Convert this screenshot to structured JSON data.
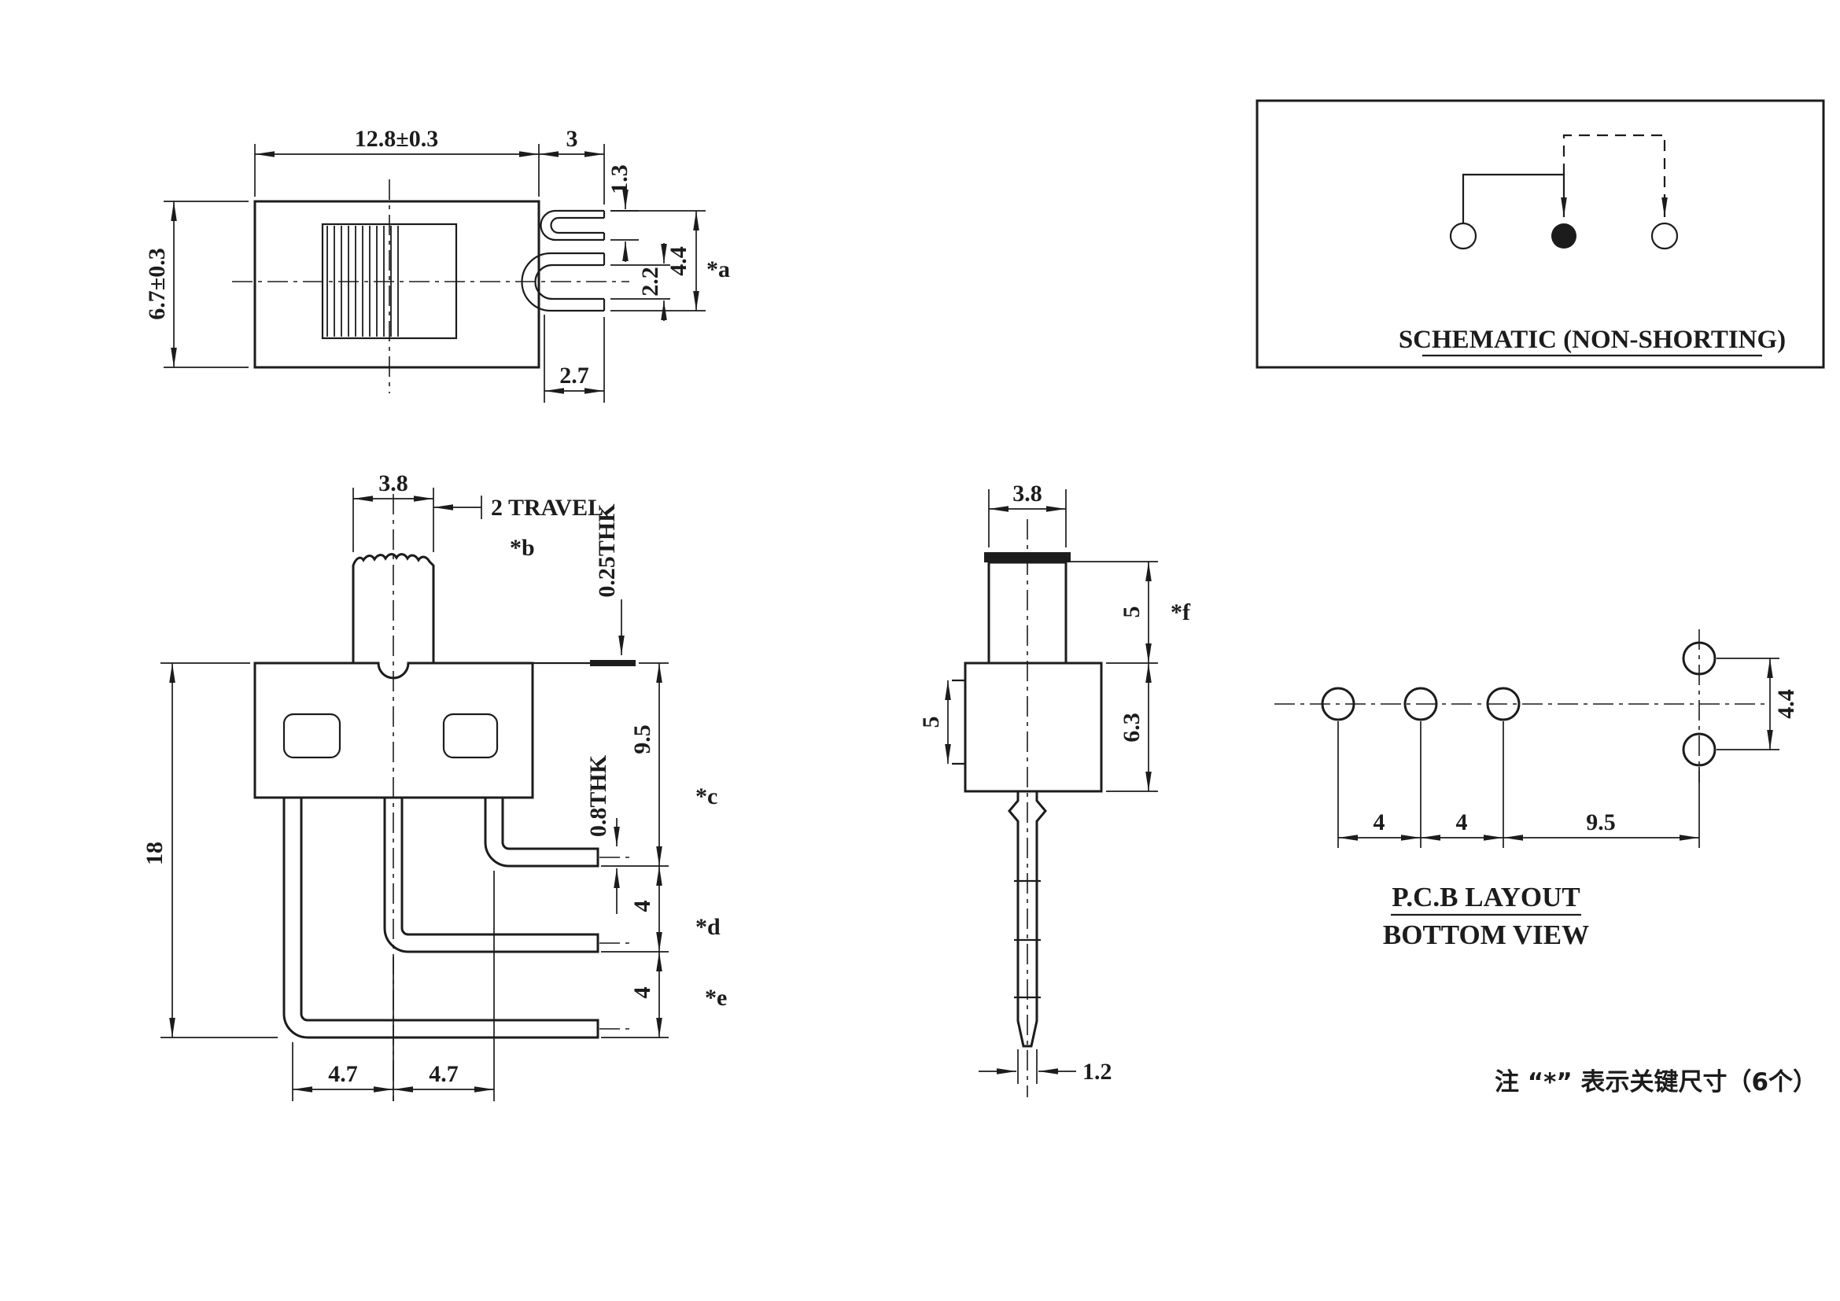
{
  "top_view": {
    "dim_width": "12.8±0.3",
    "dim_terminal": "3",
    "dim_step": "1.3",
    "dim_height": "6.7±0.3",
    "dim_slot": "2.2",
    "dim_span": "4.4",
    "key_a": "*a",
    "dim_fork": "2.7"
  },
  "schematic": {
    "title": "SCHEMATIC (NON-SHORTING)"
  },
  "front_view": {
    "dim_knob": "3.8",
    "travel": "2 TRAVEL",
    "key_b": "*b",
    "dim_cover": "0.25THK",
    "dim_body": "9.5",
    "key_c": "*c",
    "dim_pin_thk": "0.8THK",
    "dim_gap1": "4",
    "key_d": "*d",
    "dim_gap2": "4",
    "key_e": "*e",
    "dim_total": "18",
    "dim_pitch1": "4.7",
    "dim_pitch2": "4.7"
  },
  "side_view": {
    "dim_knob": "3.8",
    "dim_flange": "5",
    "dim_knob_h": "5",
    "key_f": "*f",
    "dim_body_h": "6.3",
    "dim_pin": "1.2"
  },
  "pcb": {
    "title": "P.C.B LAYOUT",
    "subtitle": "BOTTOM VIEW",
    "dim_p1": "4",
    "dim_p2": "4",
    "dim_p3": "9.5",
    "dim_row": "4.4"
  },
  "note": {
    "text": "注 “*” 表示关键尺寸（6个）"
  }
}
